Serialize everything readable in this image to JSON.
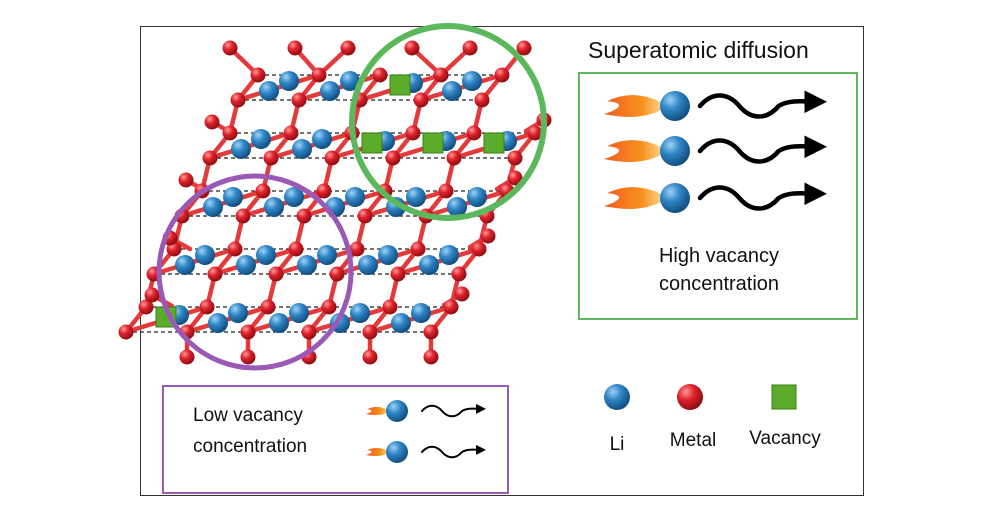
{
  "title": "Superatomic diffusion",
  "high_box": {
    "label_line1": "High vacancy",
    "label_line2": "concentration"
  },
  "low_box": {
    "label_line1": "Low vacancy",
    "label_line2": "concentration"
  },
  "legend": [
    {
      "key": "li",
      "label": "Li"
    },
    {
      "key": "metal",
      "label": "Metal"
    },
    {
      "key": "vacancy",
      "label": "Vacancy"
    }
  ],
  "colors": {
    "lithium": "#2f86c6",
    "metal": "#e0232c",
    "vacancy": "#5aac2a",
    "high_region": "#5cb85c",
    "low_region": "#9b59b6",
    "flame": "#f08a24"
  }
}
